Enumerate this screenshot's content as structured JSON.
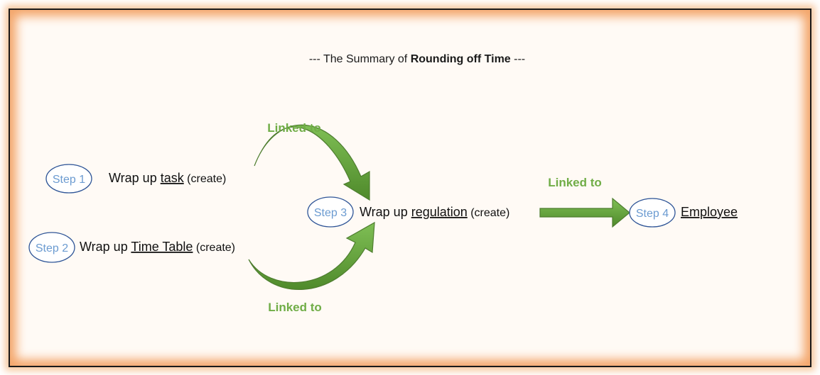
{
  "title": {
    "prefix": "--- The Summary of ",
    "bold": "Rounding off  Time",
    "suffix": " ---"
  },
  "steps": [
    {
      "label": "Step 1",
      "prefix": "Wrap up ",
      "underlined": "task",
      "suffix": " (create)"
    },
    {
      "label": "Step 2",
      "prefix": "Wrap up ",
      "underlined": "Time Table",
      "suffix": " (create)"
    },
    {
      "label": "Step 3",
      "prefix": "Wrap up ",
      "underlined": "regulation",
      "suffix": " (create)"
    },
    {
      "label": "Step 4",
      "prefix": "",
      "underlined": "Employee",
      "suffix": ""
    }
  ],
  "links": {
    "top": "Linked to",
    "bottom": "Linked to",
    "right": "Linked to"
  },
  "colors": {
    "arrow": "#70ad47",
    "arrow_stroke": "#4e7d2f",
    "step_circle": "#2f5597",
    "step_text": "#6b9bd1",
    "frame_glow": "#f4a76c"
  }
}
